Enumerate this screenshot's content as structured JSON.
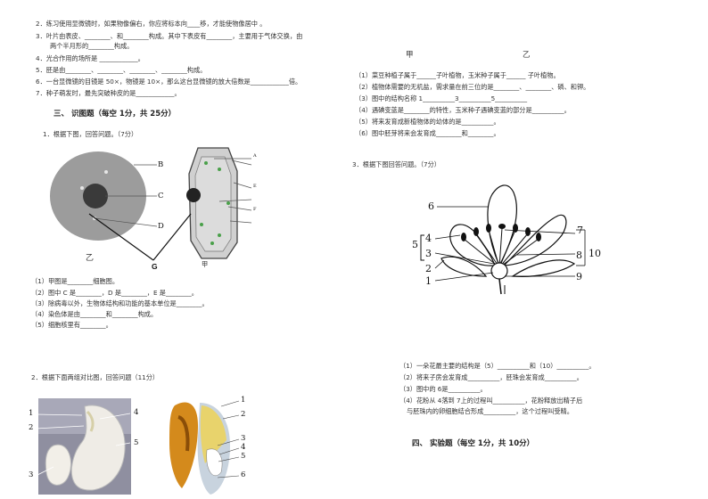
{
  "fill": {
    "q2": "2．练习使用显微镜时，如果物像偏右，你应将标本向____移，才能使物像居中 。",
    "q3a": "3．叶片由表皮、________、和________构成。其中下表皮有________，主要用于气体交换，由",
    "q3b": "两个半月形的________构成。",
    "q4": "4．光合作用的场所是 ____________。",
    "q5": "5．胚是由________、________、________、________构成。",
    "q6": "6．一台显微镜的目镜是 50×，物镜是 10×，那么这台显微镜的放大倍数是____________倍。",
    "q7": "7．种子萌发时，最先突破种皮的是____________。"
  },
  "section3": {
    "heading": "三、  识图题（每空 1分，共 25分）"
  },
  "q1": {
    "title": "1．根据下图，回答问题。（7分）",
    "letters": [
      "B",
      "C",
      "D",
      "A",
      "E",
      "F",
      "G"
    ],
    "caption_yi": "乙",
    "caption_jia": "甲",
    "answers": [
      "（1）甲图是________细胞图。",
      "（2）图中 C 是________，D 是________，E 是________。",
      "（3）除病毒以外，生物体结构和功能的基本单位是________。",
      "（4）染色体是由________和________构成。",
      "（5）细胞核里有________。"
    ]
  },
  "q2": {
    "title": "2．根据下面两组对比图，回答问题（11分）",
    "left_nums": [
      "1",
      "2",
      "3",
      "4",
      "5"
    ],
    "right_nums": [
      "1",
      "2",
      "3",
      "4",
      "5",
      "6"
    ]
  },
  "right": {
    "jia": "甲",
    "yi": "乙",
    "questions": [
      "（1）菜豆种植子属于______子叶植物，玉米种子属于______     子叶植物。",
      "（2）植物体需要的无机盐，需求量在前三位的是________、________、磷、和钾。",
      "（3）图中的结构名称 1__________3__________5__________",
      "（4）遇碘变蓝是________的特性，玉米种子遇碘变蓝的部分是__________。",
      "（5）将来发育成新植物体的幼体的是__________。",
      "（6）图中胚芽将来会发育成________和________。"
    ],
    "q3_title": "3．根据下图回答问题。（7分）",
    "flower_nums": [
      "6",
      "4",
      "5",
      "3",
      "2",
      "1",
      "7",
      "8",
      "10",
      "9"
    ],
    "flower_questions": [
      "（1）一朵花最主要的结构是（5）__________和（10）__________。",
      "（2）将来子房会发育成__________，胚珠会发育成__________。",
      "（3）图中的 6是__________。",
      "（4）花粉从 4落到 7上的过程叫__________，花粉释放出精子后",
      "与胚珠内的卵细胞结合形成__________，这个过程叫受精。"
    ],
    "section4": "四、  实验题（每空 1分，共 10分）"
  },
  "colors": {
    "paper": "#ffffff",
    "text": "#333333",
    "cell_fill": "#9a9a9a",
    "cell_light": "#c9c9c9"
  }
}
